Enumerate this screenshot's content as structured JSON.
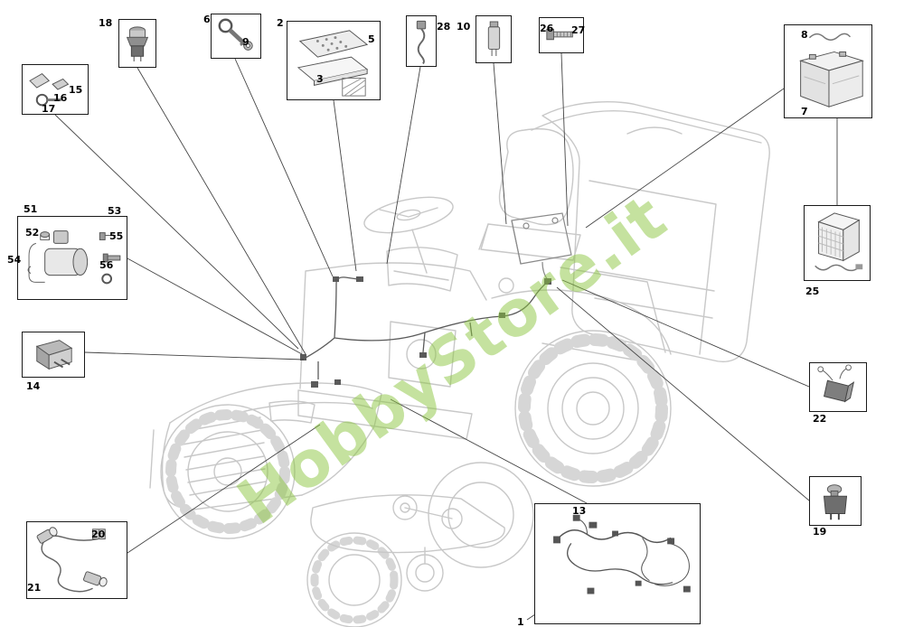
{
  "watermark": {
    "text": "HobbyStore.it",
    "color": "#8cc63f"
  },
  "labels": {
    "p1": "1",
    "p2": "2",
    "p3": "3",
    "p5": "5",
    "p6": "6",
    "p7": "7",
    "p8": "8",
    "p9": "9",
    "p10": "10",
    "p13": "13",
    "p14": "14",
    "p15": "15",
    "p16": "16",
    "p17": "17",
    "p18": "18",
    "p19": "19",
    "p20": "20",
    "p21": "21",
    "p22": "22",
    "p25": "25",
    "p26": "26",
    "p27": "27",
    "p28": "28",
    "p51": "51",
    "p52": "52",
    "p53": "53",
    "p54": "54",
    "p55": "55",
    "p56": "56"
  }
}
